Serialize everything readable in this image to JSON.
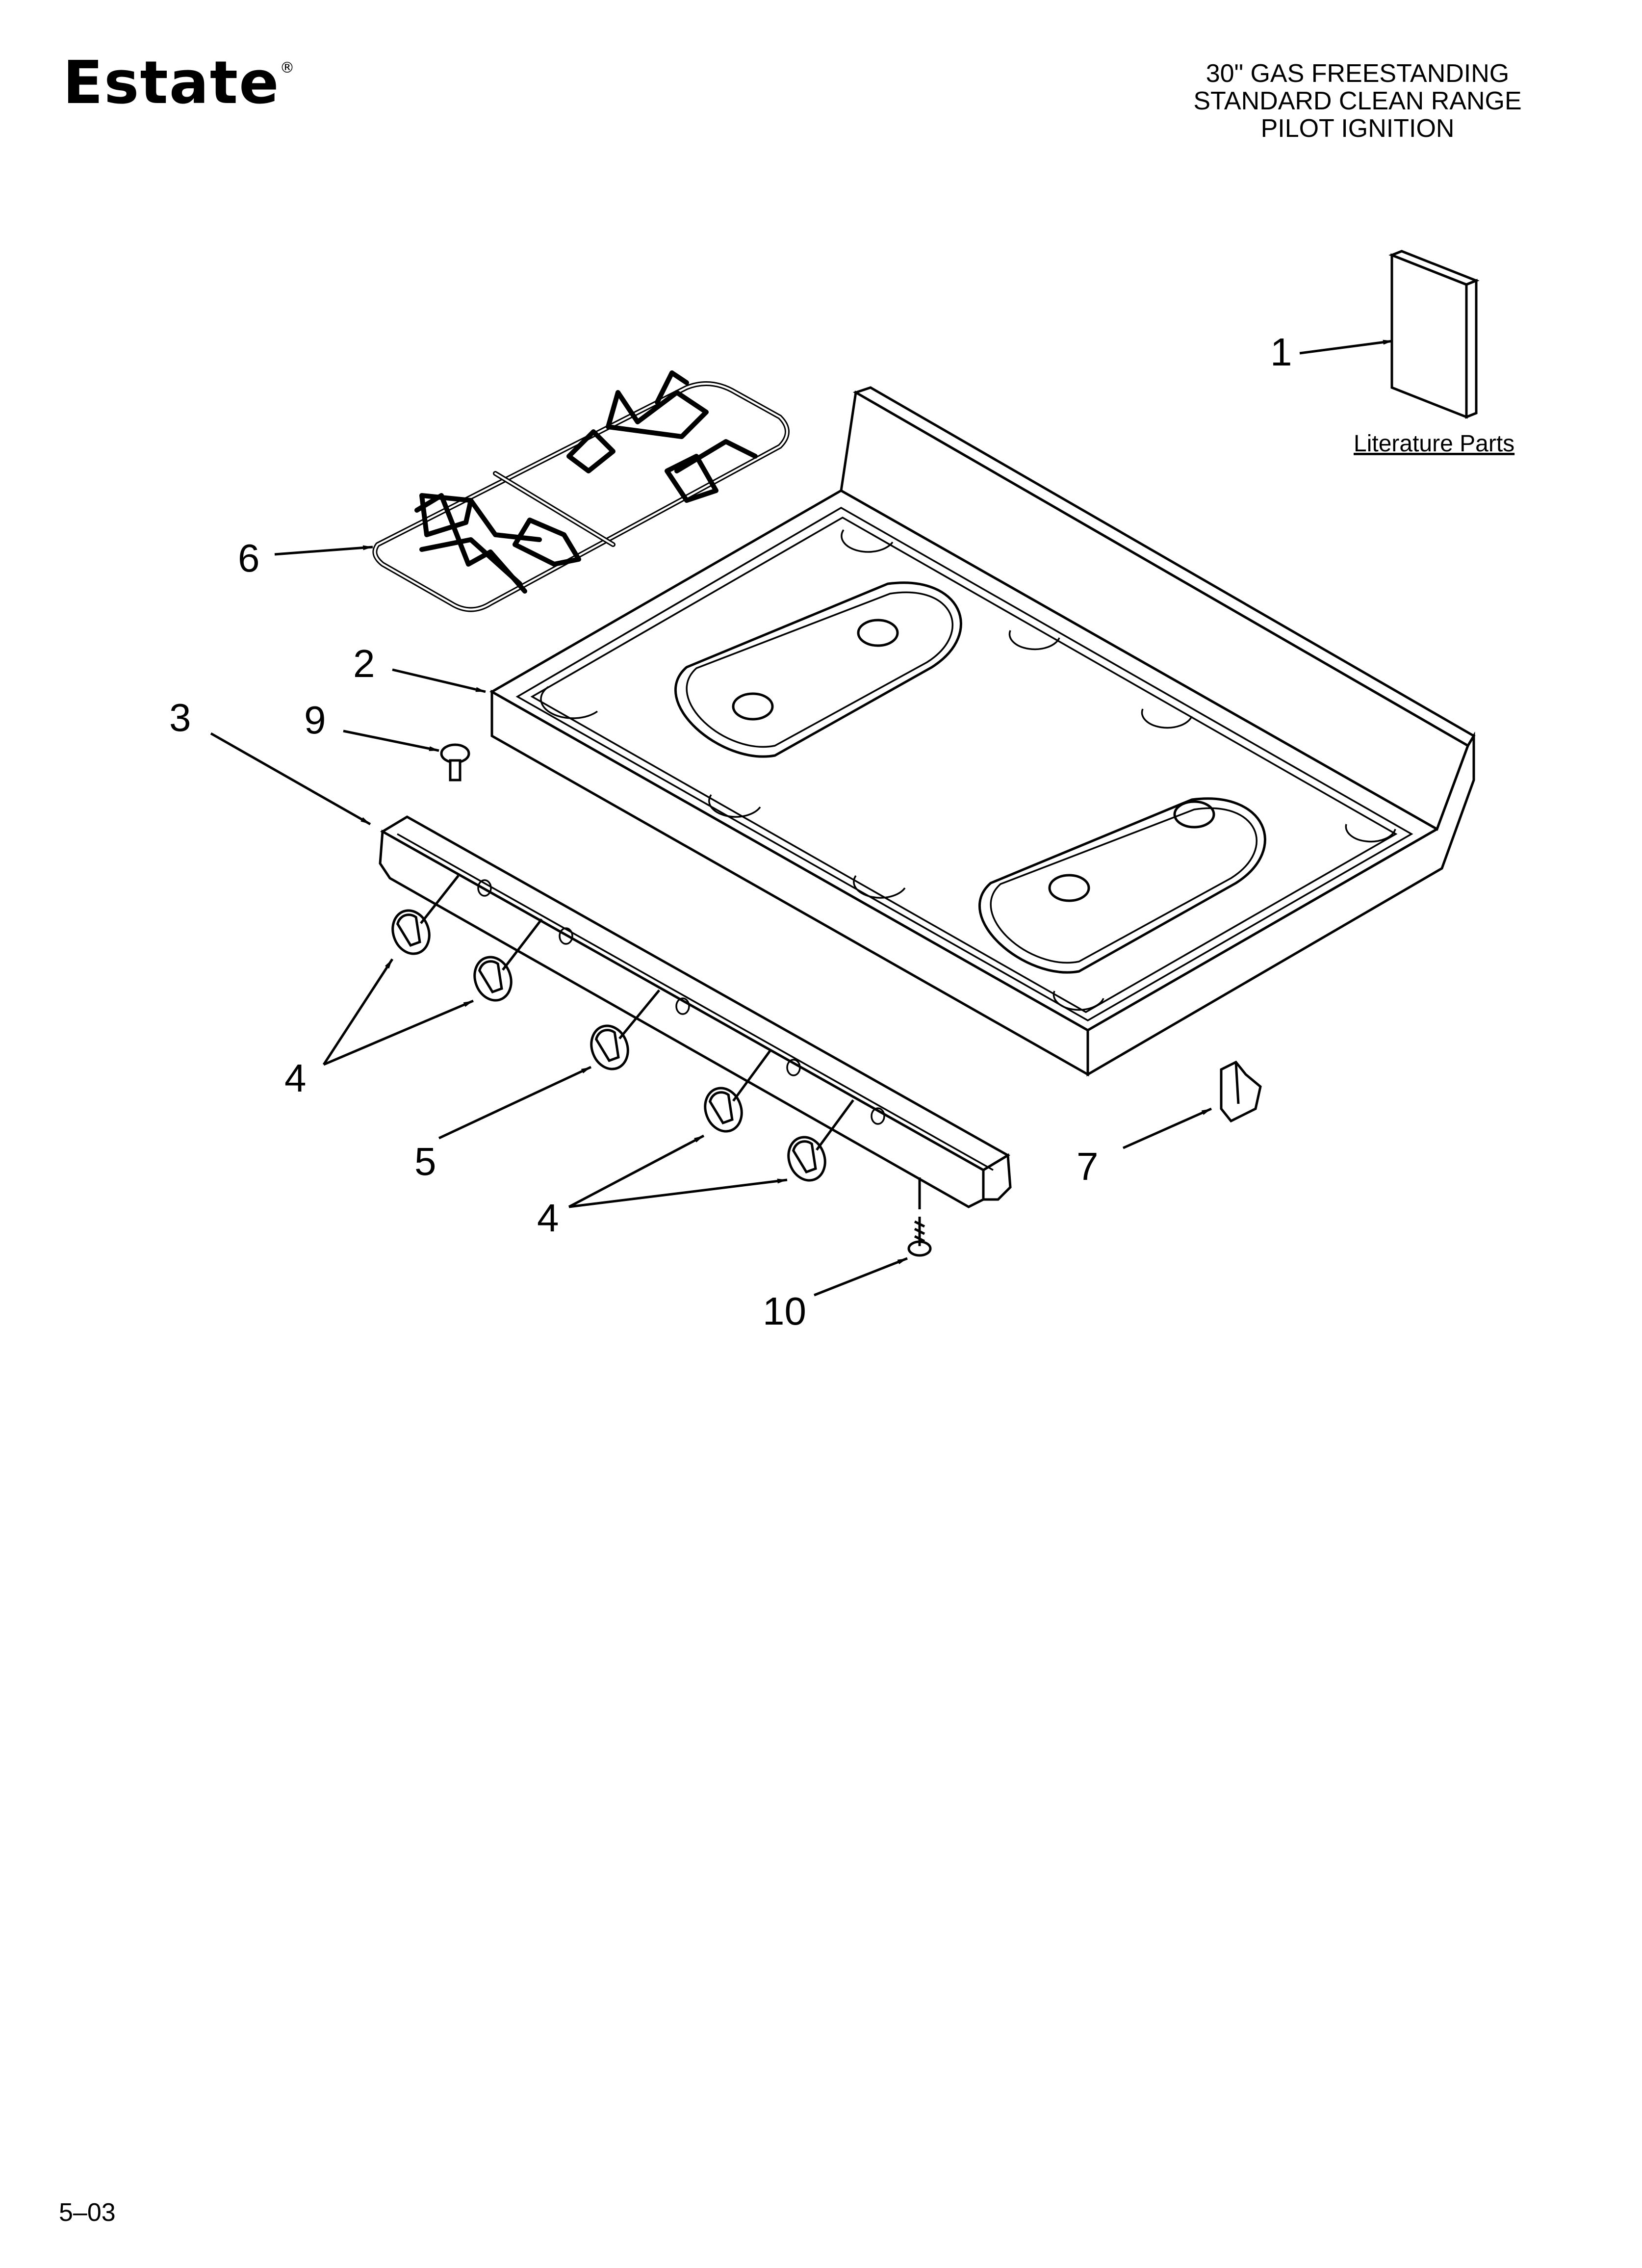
{
  "brand": {
    "name": "Estate",
    "mark": "®"
  },
  "header": {
    "lines": [
      "30\" GAS FREESTANDING",
      "STANDARD CLEAN RANGE",
      "PILOT IGNITION"
    ]
  },
  "footer": {
    "code": "5–03"
  },
  "literature": {
    "label": "Literature Parts"
  },
  "callouts": [
    "1",
    "2",
    "3",
    "4",
    "4",
    "5",
    "6",
    "7",
    "9",
    "10"
  ]
}
